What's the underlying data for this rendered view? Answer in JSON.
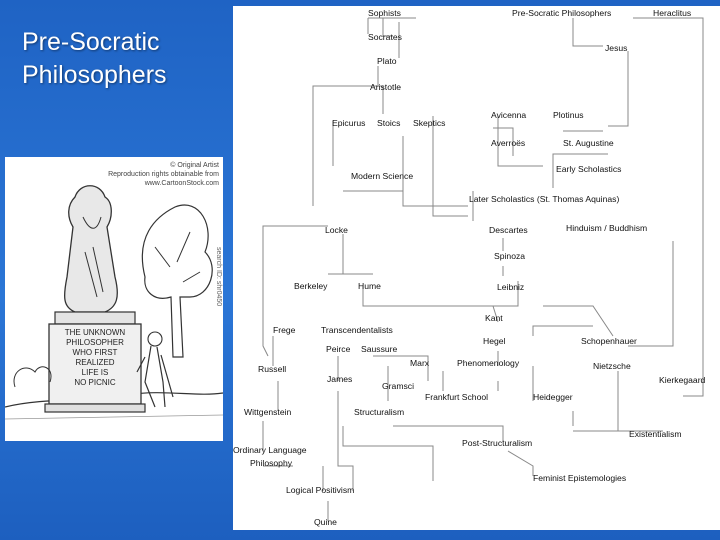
{
  "slide": {
    "title": "Pre-Socratic\nPhilosophers"
  },
  "cartoon": {
    "credit_line_1": "© Original Artist",
    "credit_line_2": "Reproduction rights obtainable from",
    "credit_line_3": "www.CartoonStock.com",
    "search_id": "search ID: shr0450",
    "plaque_line_1": "THE UNKNOWN",
    "plaque_line_2": "PHILOSOPHER",
    "plaque_line_3": "WHO FIRST",
    "plaque_line_4": "REALIZED",
    "plaque_line_5": "LIFE IS",
    "plaque_line_6": "NO PICNIC"
  },
  "diagram": {
    "nodes": {
      "sophists": "Sophists",
      "presocratic": "Pre-Socratic Philosophers",
      "heraclitus": "Heraclitus",
      "socrates": "Socrates",
      "jesus": "Jesus",
      "plato": "Plato",
      "aristotle": "Aristotle",
      "avicenna": "Avicenna",
      "plotinus": "Plotinus",
      "epicurus": "Epicurus",
      "stoics": "Stoics",
      "skeptics": "Skeptics",
      "averroes": "Averroës",
      "augustine": "St. Augustine",
      "early_scholastics": "Early Scholastics",
      "modern_science": "Modern Science",
      "later_scholastics": "Later Scholastics (St. Thomas Aquinas)",
      "locke": "Locke",
      "descartes": "Descartes",
      "hinduism": "Hinduism / Buddhism",
      "spinoza": "Spinoza",
      "berkeley": "Berkeley",
      "hume": "Hume",
      "leibniz": "Leibniz",
      "kant": "Kant",
      "frege": "Frege",
      "transcendentalists": "Transcendentalists",
      "hegel": "Hegel",
      "schopenhauer": "Schopenhauer",
      "peirce": "Peirce",
      "saussure": "Saussure",
      "marx": "Marx",
      "phenomenology": "Phenomenology",
      "nietzsche": "Nietzsche",
      "russell": "Russell",
      "james": "James",
      "gramsci": "Gramsci",
      "kierkegaard": "Kierkegaard",
      "frankfurt": "Frankfurt School",
      "heidegger": "Heidegger",
      "wittgenstein": "Wittgenstein",
      "structuralism": "Structuralism",
      "existentialism": "Existentialism",
      "ordinary_1": "Ordinary Language",
      "ordinary_2": "Philosophy",
      "post_structuralism": "Post-Structuralism",
      "feminist": "Feminist Epistemologies",
      "logical_positivism": "Logical Positivism",
      "quine": "Quine"
    }
  }
}
